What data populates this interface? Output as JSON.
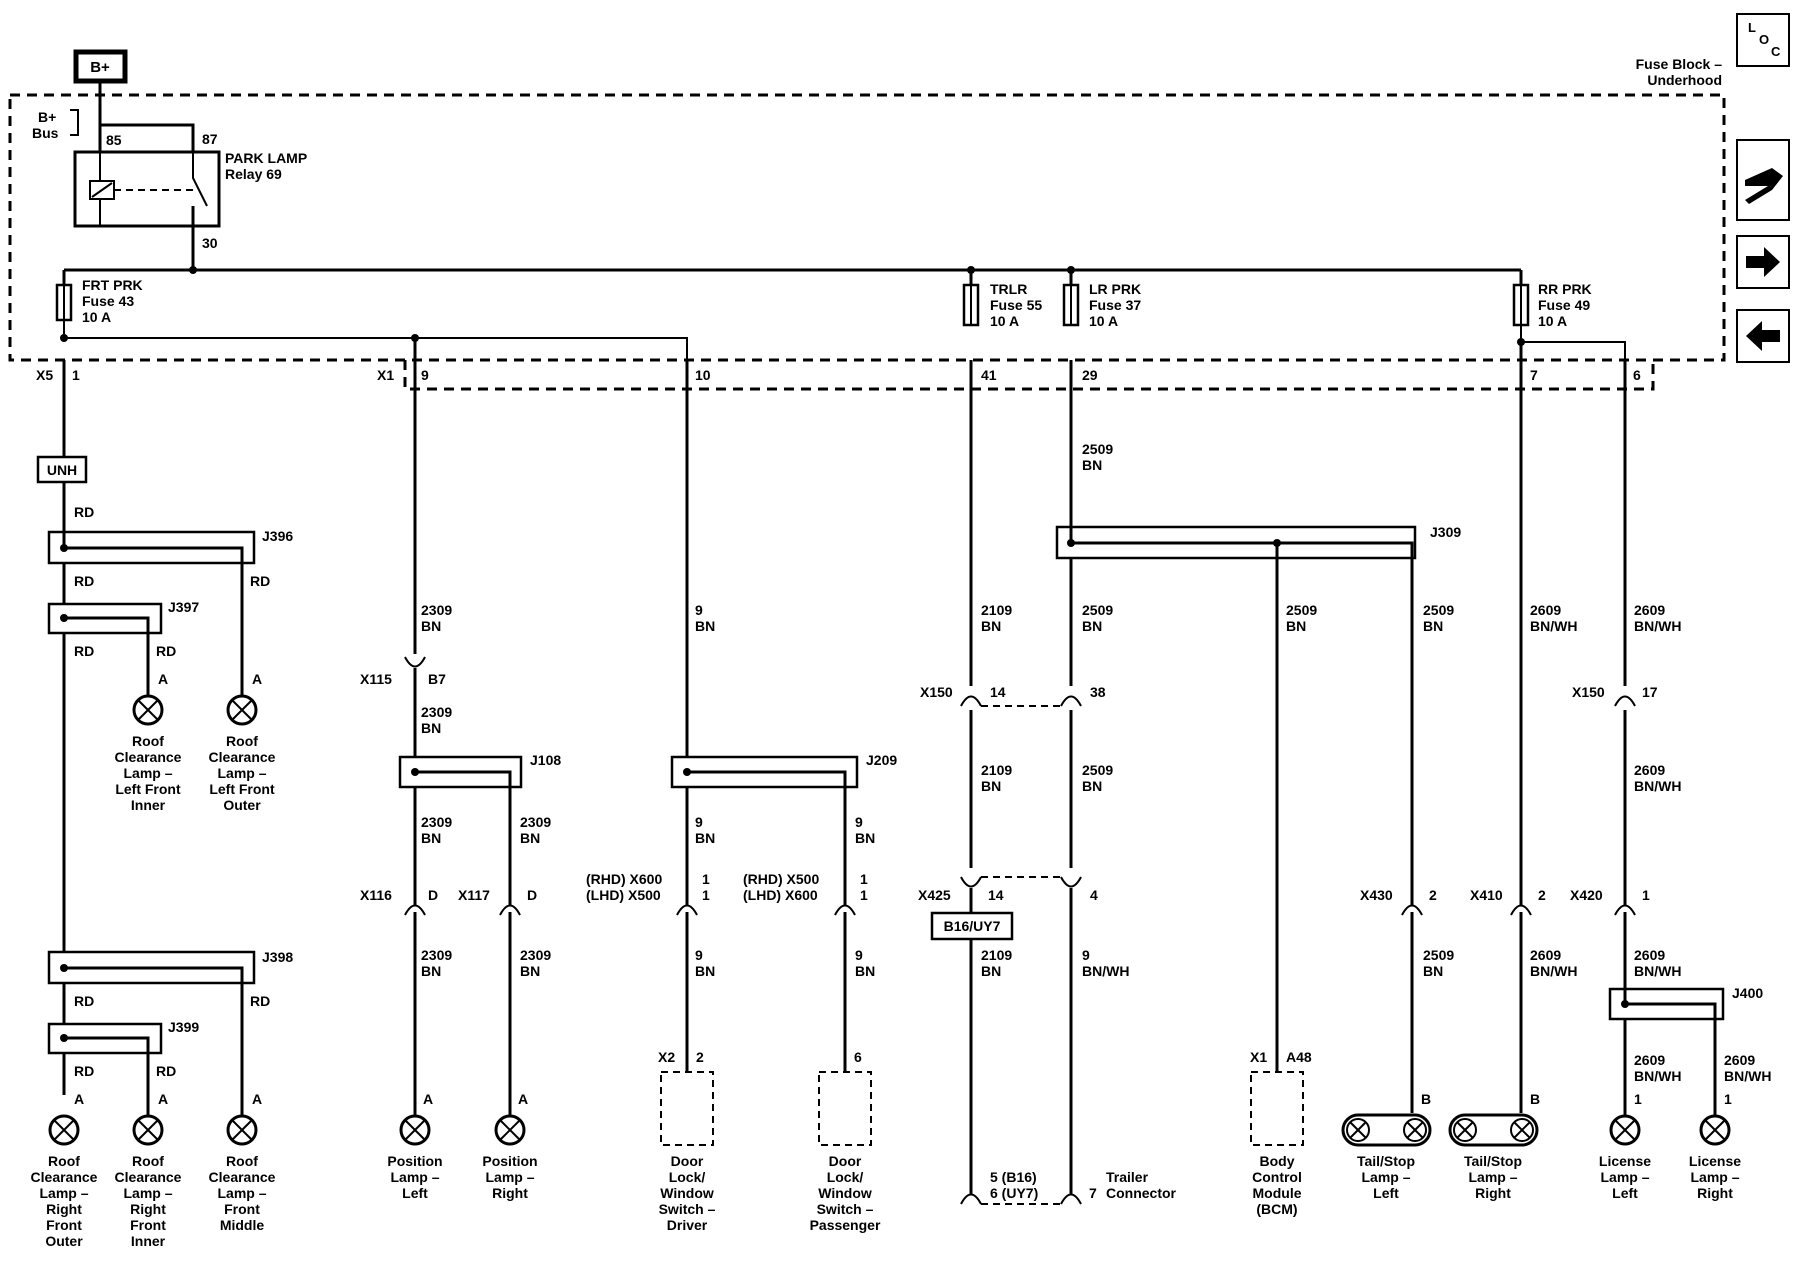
{
  "header": {
    "power_source": "B+",
    "bus_label_1": "B+",
    "bus_label_2": "Bus",
    "fuse_block_line1": "Fuse Block –",
    "fuse_block_line2": "Underhood",
    "loc_l": "L",
    "loc_o": "O",
    "loc_c": "C"
  },
  "relay": {
    "pin_85": "85",
    "pin_87": "87",
    "pin_30": "30",
    "name_line1": "PARK LAMP",
    "name_line2": "Relay 69"
  },
  "fuses": [
    {
      "line1": "FRT PRK",
      "line2": "Fuse 43",
      "line3": "10 A"
    },
    {
      "line1": "TRLR",
      "line2": "Fuse 55",
      "line3": "10 A"
    },
    {
      "line1": "LR PRK",
      "line2": "Fuse 37",
      "line3": "10 A"
    },
    {
      "line1": "RR PRK",
      "line2": "Fuse 49",
      "line3": "10 A"
    }
  ],
  "connectors": {
    "x5": "X5",
    "x5_pin": "1",
    "x1": "X1",
    "x1_pins": [
      "9",
      "10",
      "41",
      "29",
      "7",
      "6"
    ],
    "x115": "X115",
    "x115_pin": "B7",
    "x116": "X116",
    "x116_pin": "D",
    "x117": "X117",
    "x117_pin": "D",
    "x600_line1": "(RHD) X600",
    "x600_line2": "(LHD) X500",
    "x500_line1": "(RHD) X500",
    "x500_line2": "(LHD) X600",
    "pin_1": "1",
    "x150": "X150",
    "x150_pin_14": "14",
    "x150_pin_38": "38",
    "x425": "X425",
    "x425_pin_14": "14",
    "x425_pin_4": "4",
    "x430": "X430",
    "x430_pin": "2",
    "x410": "X410",
    "x410_pin": "2",
    "x420": "X420",
    "x420_pin": "1",
    "x150_r": "X150",
    "x150_r_pin": "17",
    "x2": "X2",
    "x2_pin": "2",
    "pass_pin": "6",
    "x1_bcm": "X1",
    "bcm_pin": "A48",
    "trailer_pin_1": "5 (B16)",
    "trailer_pin_2": "6 (UY7)",
    "trailer_pin_7": "7",
    "pin_a": "A",
    "pin_b": "B"
  },
  "option_tags": {
    "unh": "UNH",
    "b16": "B16/UY7"
  },
  "splices": {
    "j396": "J396",
    "j397": "J397",
    "j398": "J398",
    "j399": "J399",
    "j108": "J108",
    "j209": "J209",
    "j309": "J309",
    "j400": "J400"
  },
  "wires": {
    "rd": "RD",
    "w2309": "2309",
    "w9": "9",
    "w2109": "2109",
    "w2509": "2509",
    "w2609": "2609",
    "bn": "BN",
    "bnwh": "BN/WH"
  },
  "components": {
    "rc_lf_inner": [
      "Roof",
      "Clearance",
      "Lamp –",
      "Left Front",
      "Inner"
    ],
    "rc_lf_outer": [
      "Roof",
      "Clearance",
      "Lamp –",
      "Left Front",
      "Outer"
    ],
    "rc_rf_outer": [
      "Roof",
      "Clearance",
      "Lamp –",
      "Right",
      "Front",
      "Outer"
    ],
    "rc_rf_inner": [
      "Roof",
      "Clearance",
      "Lamp –",
      "Right",
      "Front",
      "Inner"
    ],
    "rc_fm": [
      "Roof",
      "Clearance",
      "Lamp –",
      "Front",
      "Middle"
    ],
    "pos_left": [
      "Position",
      "Lamp –",
      "Left"
    ],
    "pos_right": [
      "Position",
      "Lamp –",
      "Right"
    ],
    "door_driver": [
      "Door",
      "Lock/",
      "Window",
      "Switch –",
      "Driver"
    ],
    "door_pass": [
      "Door",
      "Lock/",
      "Window",
      "Switch –",
      "Passenger"
    ],
    "trailer": [
      "Trailer",
      "Connector"
    ],
    "bcm": [
      "Body",
      "Control",
      "Module",
      "(BCM)"
    ],
    "tail_left": [
      "Tail/Stop",
      "Lamp –",
      "Left"
    ],
    "tail_right": [
      "Tail/Stop",
      "Lamp –",
      "Right"
    ],
    "lic_left": [
      "License",
      "Lamp –",
      "Left"
    ],
    "lic_right": [
      "License",
      "Lamp –",
      "Right"
    ]
  },
  "nav": {
    "icons": [
      "connector-icon",
      "arrow-right-icon",
      "arrow-left-icon"
    ]
  }
}
